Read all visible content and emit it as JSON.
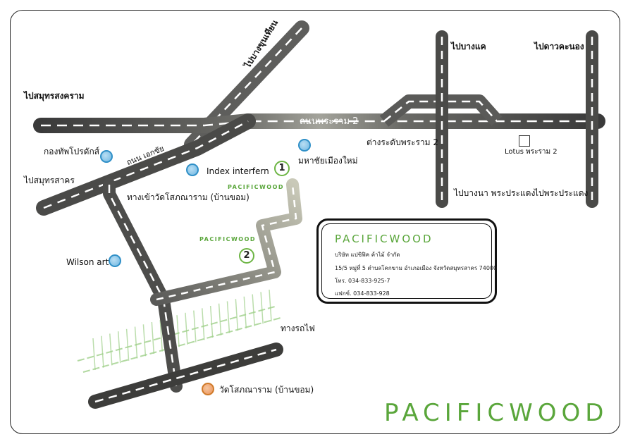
{
  "labels": {
    "to_bang_khun_thian": "ไปบางขุนเทียน",
    "to_samut_songkhram": "ไปสมุทรสงคราม",
    "rama2_road": "ถนนพระราม 2",
    "to_bang_khae": "ไปบางแค",
    "to_dao_khanong": "ไปดาวคะนอง",
    "rama2_interchange": "ต่างระดับพระราม 2",
    "lotus": "Lotus พระราม 2",
    "ekachai_road": "ถนน เอกชัย",
    "kong_taep": "กองทัพโปรดักส์",
    "index_interfern": "Index interfern",
    "mahachai_muang_mai": "มหาชัยเมืองใหม่",
    "to_samut_sakhon": "ไปสมุทรสาคร",
    "wat_entrance": "ทางเข้าวัดโสภณาราม (บ้านขอม)",
    "to_bang_na_pradaeng": "ไปบางนา พระประแดง",
    "to_pradaeng": "ไปพระประแดง",
    "wilson_art": "Wilson art",
    "railway": "ทางรถไฟ",
    "wat_sopana": "วัดโสภณาราม (บ้านขอม)",
    "pacificwood_1": "PACIFICWOOD",
    "pacificwood_2": "PACIFICWOOD",
    "marker_1": "1",
    "marker_2": "2"
  },
  "info_box": {
    "brand": "PACIFICWOOD",
    "company": "บริษัท แปซิฟิค ค้าไม้ จำกัด",
    "address": "15/5 หมู่ที่ 5 ตำบลโคกขาม อำเภอเมือง จังหวัดสมุทรสาคร 74000",
    "phone": "โทร. 034-833-925-7",
    "fax": "แฟกซ์. 034-833-928"
  },
  "footer_brand": "PACIFICWOOD",
  "colors": {
    "road_dark": "#3a3a3a",
    "road_light": "#9a9a92",
    "brand_green": "#5aa63b",
    "poi_blue": "#6fb7e2",
    "poi_orange": "#e99158",
    "rail_green": "#9fd08a"
  }
}
